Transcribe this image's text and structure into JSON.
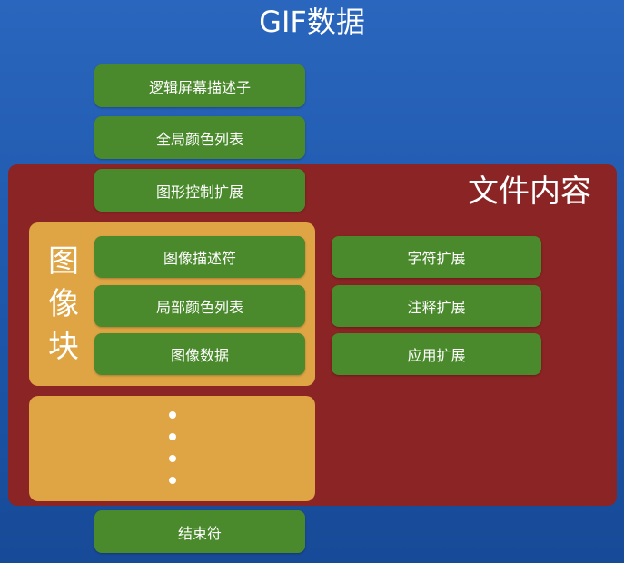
{
  "title": "GIF数据",
  "file_content": {
    "label": "文件内容"
  },
  "image_block": {
    "label_chars": [
      "图",
      "像",
      "块"
    ]
  },
  "boxes": {
    "logical_screen_descriptor": "逻辑屏幕描述子",
    "global_color_table": "全局颜色列表",
    "graphic_control_extension": "图形控制扩展",
    "image_descriptor": "图像描述符",
    "local_color_table": "局部颜色列表",
    "image_data": "图像数据",
    "text_extension": "字符扩展",
    "comment_extension": "注释扩展",
    "application_extension": "应用扩展",
    "trailer": "结束符"
  },
  "colors": {
    "background": "#2a66bd",
    "file_content": "#8b2424",
    "block": "#dfa443",
    "box": "#4a8a2c",
    "text": "#ffffff"
  }
}
